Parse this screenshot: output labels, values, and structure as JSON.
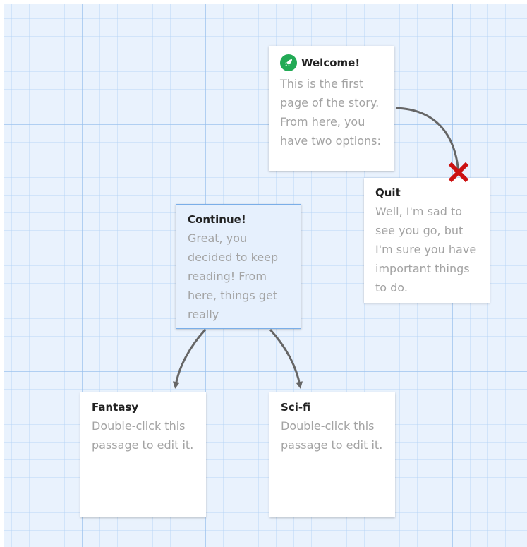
{
  "passages": [
    {
      "key": "welcome",
      "title": "Welcome!",
      "excerpt": "This is the first page of the story. From here, you have two options:",
      "is_start": true,
      "icon": "rocket-icon"
    },
    {
      "key": "quit",
      "title": "Quit",
      "excerpt": "Well, I'm sad to see you go, but I'm sure you have important things to do."
    },
    {
      "key": "continue",
      "title": "Continue!",
      "excerpt": "Great, you decided to keep reading! From here, things get really",
      "selected": true
    },
    {
      "key": "fantasy",
      "title": "Fantasy",
      "excerpt": "Double-click this passage to edit it."
    },
    {
      "key": "scifi",
      "title": "Sci-fi",
      "excerpt": "Double-click this passage to edit it."
    }
  ],
  "links": [
    {
      "from": "welcome",
      "to": "quit",
      "broken": true
    },
    {
      "from": "continue",
      "to": "fantasy",
      "broken": false
    },
    {
      "from": "continue",
      "to": "scifi",
      "broken": false
    }
  ],
  "colors": {
    "grid_background": "#e9f2fd",
    "link_arrow": "#666666",
    "broken_link": "#cc1111",
    "start_icon": "#22aa55",
    "selected_border": "#7aaee8"
  }
}
